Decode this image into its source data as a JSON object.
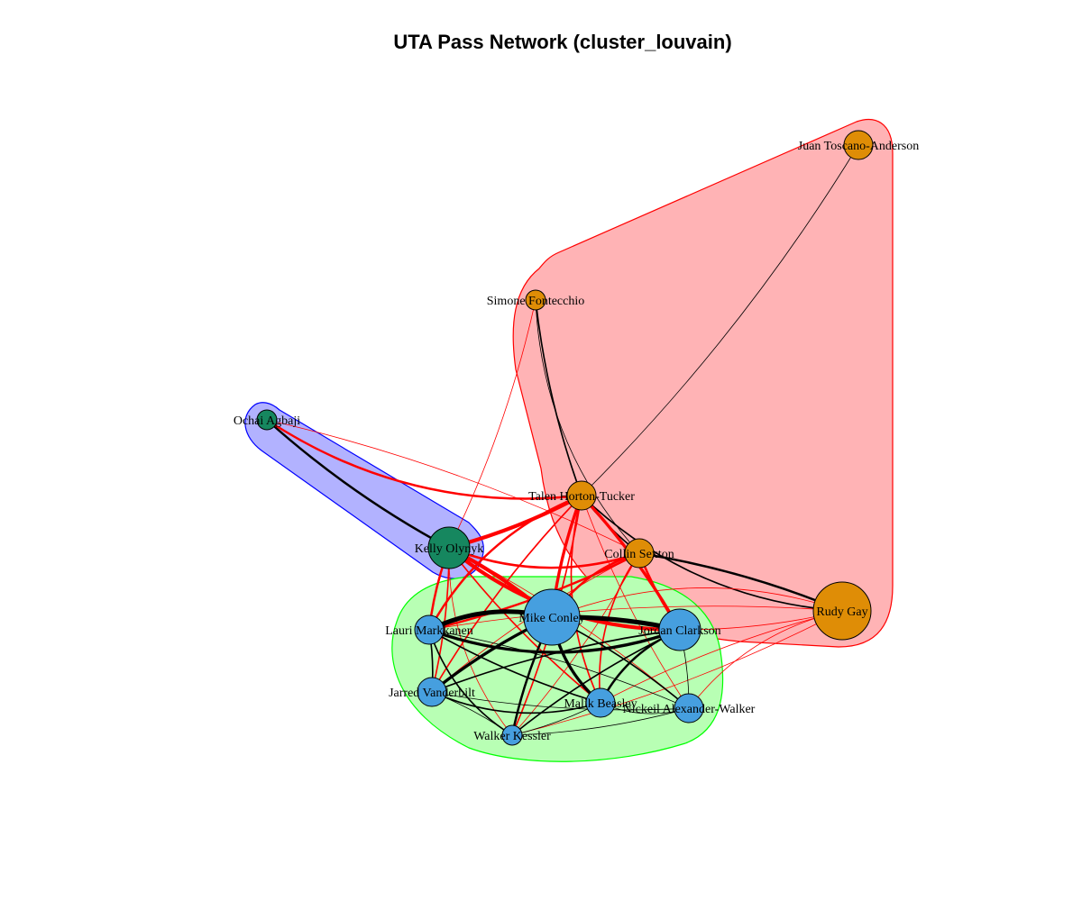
{
  "title": "UTA Pass Network (cluster_louvain)",
  "colors": {
    "community_blue": "#469fdf",
    "community_orange": "#df8d06",
    "community_green": "#16875f",
    "hull_red_fill": "#ffb3b5",
    "hull_red_stroke": "#ff0000",
    "hull_blue_fill": "#b2b2ff",
    "hull_blue_stroke": "#0000ff",
    "hull_green_fill": "#b8ffb4",
    "hull_green_stroke": "#00ff00",
    "edge_intra": "#000000",
    "edge_inter": "#ff0000"
  },
  "communities": [
    {
      "id": "A",
      "color": "#16875f",
      "hull_fill": "#b2b2ff",
      "hull_stroke": "#0000ff"
    },
    {
      "id": "B",
      "color": "#df8d06",
      "hull_fill": "#ffb3b5",
      "hull_stroke": "#ff0000"
    },
    {
      "id": "C",
      "color": "#469fdf",
      "hull_fill": "#b8ffb4",
      "hull_stroke": "#00ff00"
    }
  ],
  "nodes": [
    {
      "id": "juan",
      "label": "Juan Toscano-Anderson",
      "community": "B",
      "size": "small"
    },
    {
      "id": "simone",
      "label": "Simone Fontecchio",
      "community": "B",
      "size": "xsmall"
    },
    {
      "id": "ochai",
      "label": "Ochai Agbaji",
      "community": "A",
      "size": "xsmall"
    },
    {
      "id": "talen",
      "label": "Talen Horton-Tucker",
      "community": "B",
      "size": "small"
    },
    {
      "id": "kelly",
      "label": "Kelly Olynyk",
      "community": "A",
      "size": "medium"
    },
    {
      "id": "collin",
      "label": "Collin Sexton",
      "community": "B",
      "size": "small"
    },
    {
      "id": "rudy",
      "label": "Rudy Gay",
      "community": "B",
      "size": "large"
    },
    {
      "id": "mike",
      "label": "Mike Conley",
      "community": "C",
      "size": "xlarge"
    },
    {
      "id": "lauri",
      "label": "Lauri Markkanen",
      "community": "C",
      "size": "small"
    },
    {
      "id": "jordan",
      "label": "Jordan Clarkson",
      "community": "C",
      "size": "medium"
    },
    {
      "id": "jarred",
      "label": "Jarred Vanderbilt",
      "community": "C",
      "size": "small"
    },
    {
      "id": "malik",
      "label": "Malik Beasley",
      "community": "C",
      "size": "small"
    },
    {
      "id": "nickeil",
      "label": "Nickeil Alexander-Walker",
      "community": "C",
      "size": "small"
    },
    {
      "id": "walker",
      "label": "Walker Kessler",
      "community": "C",
      "size": "xsmall"
    }
  ],
  "edges": [
    {
      "from": "juan",
      "to": "talen",
      "weight": 1
    },
    {
      "from": "simone",
      "to": "talen",
      "weight": 2
    },
    {
      "from": "simone",
      "to": "collin",
      "weight": 1
    },
    {
      "from": "simone",
      "to": "kelly",
      "weight": 1
    },
    {
      "from": "talen",
      "to": "collin",
      "weight": 2
    },
    {
      "from": "talen",
      "to": "rudy",
      "weight": 2
    },
    {
      "from": "collin",
      "to": "rudy",
      "weight": 3
    },
    {
      "from": "ochai",
      "to": "kelly",
      "weight": 3
    },
    {
      "from": "ochai",
      "to": "talen",
      "weight": 3
    },
    {
      "from": "ochai",
      "to": "collin",
      "weight": 1
    },
    {
      "from": "kelly",
      "to": "talen",
      "weight": 5
    },
    {
      "from": "kelly",
      "to": "collin",
      "weight": 3
    },
    {
      "from": "kelly",
      "to": "mike",
      "weight": 5
    },
    {
      "from": "kelly",
      "to": "lauri",
      "weight": 3
    },
    {
      "from": "kelly",
      "to": "jordan",
      "weight": 5
    },
    {
      "from": "kelly",
      "to": "jarred",
      "weight": 2
    },
    {
      "from": "kelly",
      "to": "malik",
      "weight": 2
    },
    {
      "from": "kelly",
      "to": "walker",
      "weight": 1
    },
    {
      "from": "kelly",
      "to": "nickeil",
      "weight": 1
    },
    {
      "from": "talen",
      "to": "mike",
      "weight": 4
    },
    {
      "from": "talen",
      "to": "lauri",
      "weight": 3
    },
    {
      "from": "talen",
      "to": "jordan",
      "weight": 4
    },
    {
      "from": "talen",
      "to": "jarred",
      "weight": 2
    },
    {
      "from": "talen",
      "to": "malik",
      "weight": 2
    },
    {
      "from": "talen",
      "to": "walker",
      "weight": 2
    },
    {
      "from": "talen",
      "to": "nickeil",
      "weight": 1
    },
    {
      "from": "collin",
      "to": "mike",
      "weight": 3
    },
    {
      "from": "collin",
      "to": "lauri",
      "weight": 3
    },
    {
      "from": "collin",
      "to": "jordan",
      "weight": 3
    },
    {
      "from": "collin",
      "to": "malik",
      "weight": 2
    },
    {
      "from": "collin",
      "to": "walker",
      "weight": 1
    },
    {
      "from": "collin",
      "to": "jarred",
      "weight": 1
    },
    {
      "from": "rudy",
      "to": "mike",
      "weight": 1
    },
    {
      "from": "rudy",
      "to": "jordan",
      "weight": 1
    },
    {
      "from": "rudy",
      "to": "malik",
      "weight": 1
    },
    {
      "from": "rudy",
      "to": "nickeil",
      "weight": 1
    },
    {
      "from": "rudy",
      "to": "walker",
      "weight": 1
    },
    {
      "from": "rudy",
      "to": "lauri",
      "weight": 1
    },
    {
      "from": "mike",
      "to": "lauri",
      "weight": 6
    },
    {
      "from": "mike",
      "to": "jordan",
      "weight": 6
    },
    {
      "from": "mike",
      "to": "jarred",
      "weight": 4
    },
    {
      "from": "mike",
      "to": "malik",
      "weight": 4
    },
    {
      "from": "mike",
      "to": "nickeil",
      "weight": 2
    },
    {
      "from": "mike",
      "to": "walker",
      "weight": 3
    },
    {
      "from": "lauri",
      "to": "jordan",
      "weight": 4
    },
    {
      "from": "lauri",
      "to": "jarred",
      "weight": 2
    },
    {
      "from": "lauri",
      "to": "malik",
      "weight": 2
    },
    {
      "from": "lauri",
      "to": "walker",
      "weight": 2
    },
    {
      "from": "lauri",
      "to": "nickeil",
      "weight": 1
    },
    {
      "from": "jordan",
      "to": "jarred",
      "weight": 2
    },
    {
      "from": "jordan",
      "to": "malik",
      "weight": 3
    },
    {
      "from": "jordan",
      "to": "nickeil",
      "weight": 1
    },
    {
      "from": "jordan",
      "to": "walker",
      "weight": 2
    },
    {
      "from": "jarred",
      "to": "malik",
      "weight": 2
    },
    {
      "from": "jarred",
      "to": "walker",
      "weight": 1
    },
    {
      "from": "jarred",
      "to": "nickeil",
      "weight": 1
    },
    {
      "from": "malik",
      "to": "nickeil",
      "weight": 1
    },
    {
      "from": "malik",
      "to": "walker",
      "weight": 1
    },
    {
      "from": "walker",
      "to": "nickeil",
      "weight": 1
    }
  ]
}
